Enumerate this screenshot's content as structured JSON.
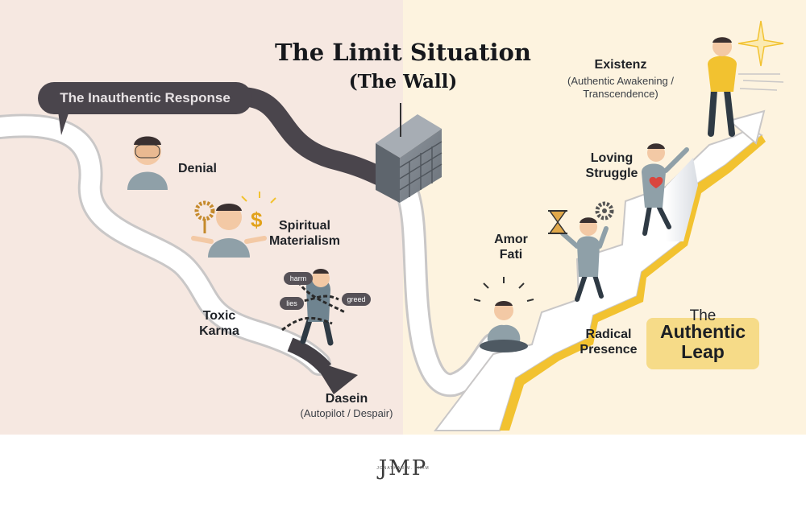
{
  "title": {
    "line1": "The Limit Situation",
    "line2": "(The Wall)"
  },
  "inauthentic": {
    "banner": "The Inauthentic Response",
    "stages": [
      {
        "name": "Denial"
      },
      {
        "name": "Spiritual Materialism"
      },
      {
        "name": "Toxic Karma"
      }
    ],
    "chain_tags": [
      "harm",
      "lies",
      "greed"
    ],
    "end": {
      "name": "Dasein",
      "desc": "(Autopilot / Despair)"
    }
  },
  "authentic": {
    "stages": [
      {
        "name": "Radical Presence"
      },
      {
        "name": "Amor Fati"
      },
      {
        "name": "Loving Struggle"
      }
    ],
    "end": {
      "name": "Existenz",
      "desc_line1": "(Authentic Awakening /",
      "desc_line2": "Transcendence)"
    },
    "leap": {
      "the": "The",
      "line1": "Authentic",
      "line2": "Leap"
    }
  },
  "logo": {
    "main": "JMP",
    "sub": "JONATHAN M. PHAM"
  },
  "colors": {
    "left_background": "#f6e8e1",
    "right_background": "#fdf3df",
    "path": "#ffffff",
    "path_edge": "#c9c7c7",
    "inauthentic_arrow": "#4a454c",
    "leap_highlight": "#f6db88",
    "glow": "#f2c230"
  },
  "icons": [
    "covered-face-person-icon",
    "prayer-beads-icon",
    "dollar-sign-icon",
    "chained-person-icon",
    "brick-wall-icon",
    "meditating-person-icon",
    "hourglass-icon",
    "gear-icon",
    "heart-icon",
    "climbing-person-icon",
    "standing-person-icon",
    "sun-glow-icon"
  ]
}
